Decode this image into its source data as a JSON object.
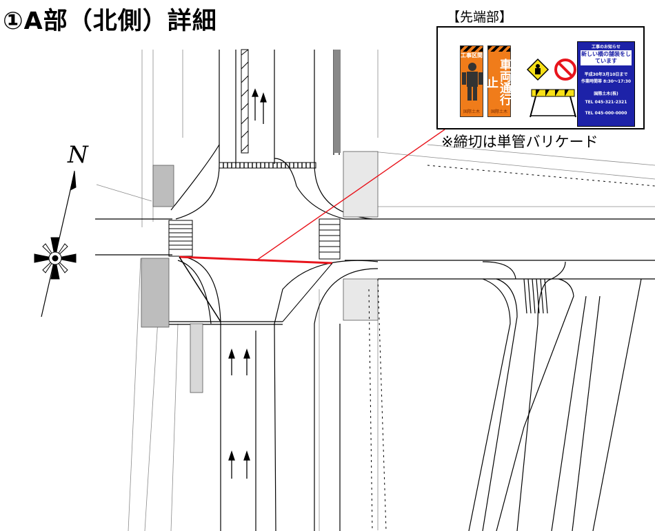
{
  "title": "①A部（北側）詳細",
  "north_label": "N",
  "inset": {
    "caption": "【先端部】",
    "sign1_top": "工事区間",
    "sign1_bottom": "国際土木",
    "sign2_text": "車両通行止",
    "sign2_bottom": "国際土木",
    "info_header": "工事のお知らせ",
    "info_main": "新しい橋の舗装をしています",
    "info_date": "平成30年3月10日まで",
    "info_hours": "作業時間帯 8:30～17:30",
    "info_company_label": "国際土木(株)",
    "info_tel1": "TEL 045-321-2321",
    "info_tel2": "TEL 045-000-0000"
  },
  "note": "※締切は単管バリケード",
  "colors": {
    "leader": "#e8141c",
    "sign_orange": "#f07c1a",
    "board_blue": "#1d22a8",
    "road_line": "#000000"
  }
}
